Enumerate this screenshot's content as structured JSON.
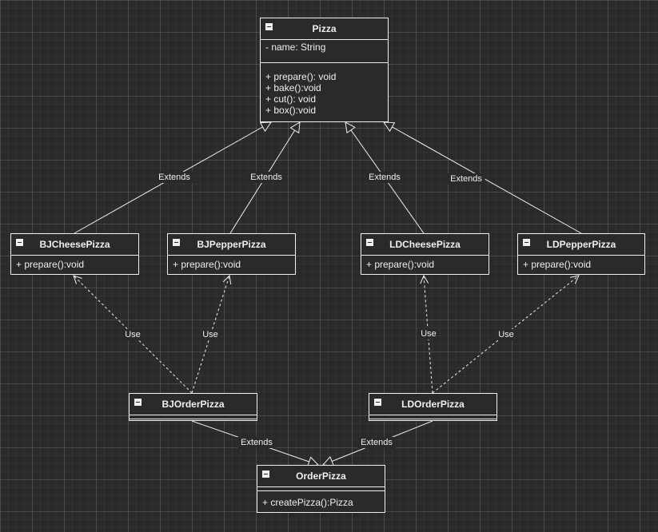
{
  "classes": {
    "pizza": {
      "name": "Pizza",
      "attributes": [
        "- name: String"
      ],
      "methods": [
        "+ prepare(): void",
        "+ bake():void",
        "+ cut(): void",
        "+ box():void"
      ]
    },
    "bjcheese": {
      "name": "BJCheesePizza",
      "methods": [
        "+ prepare():void"
      ]
    },
    "bjpepper": {
      "name": "BJPepperPizza",
      "methods": [
        "+ prepare():void"
      ]
    },
    "ldcheese": {
      "name": "LDCheesePizza",
      "methods": [
        "+ prepare():void"
      ]
    },
    "ldpepper": {
      "name": "LDPepperPizza",
      "methods": [
        "+ prepare():void"
      ]
    },
    "bjorder": {
      "name": "BJOrderPizza"
    },
    "ldorder": {
      "name": "LDOrderPizza"
    },
    "orderpizza": {
      "name": "OrderPizza",
      "methods": [
        "+ createPizza():Pizza"
      ]
    }
  },
  "edges": [
    {
      "from": "bjcheese",
      "to": "pizza",
      "kind": "extends",
      "label": "Extends"
    },
    {
      "from": "bjpepper",
      "to": "pizza",
      "kind": "extends",
      "label": "Extends"
    },
    {
      "from": "ldcheese",
      "to": "pizza",
      "kind": "extends",
      "label": "Extends"
    },
    {
      "from": "ldpepper",
      "to": "pizza",
      "kind": "extends",
      "label": "Extends"
    },
    {
      "from": "bjorder",
      "to": "bjcheese",
      "kind": "use",
      "label": "Use"
    },
    {
      "from": "bjorder",
      "to": "bjpepper",
      "kind": "use",
      "label": "Use"
    },
    {
      "from": "ldorder",
      "to": "ldcheese",
      "kind": "use",
      "label": "Use"
    },
    {
      "from": "ldorder",
      "to": "ldpepper",
      "kind": "use",
      "label": "Use"
    },
    {
      "from": "bjorder",
      "to": "orderpizza",
      "kind": "extends",
      "label": "Extends"
    },
    {
      "from": "ldorder",
      "to": "orderpizza",
      "kind": "extends",
      "label": "Extends"
    }
  ],
  "colors": {
    "background": "#2a2a2a",
    "stroke": "#f0f0f0",
    "text": "#f0f0f0"
  }
}
